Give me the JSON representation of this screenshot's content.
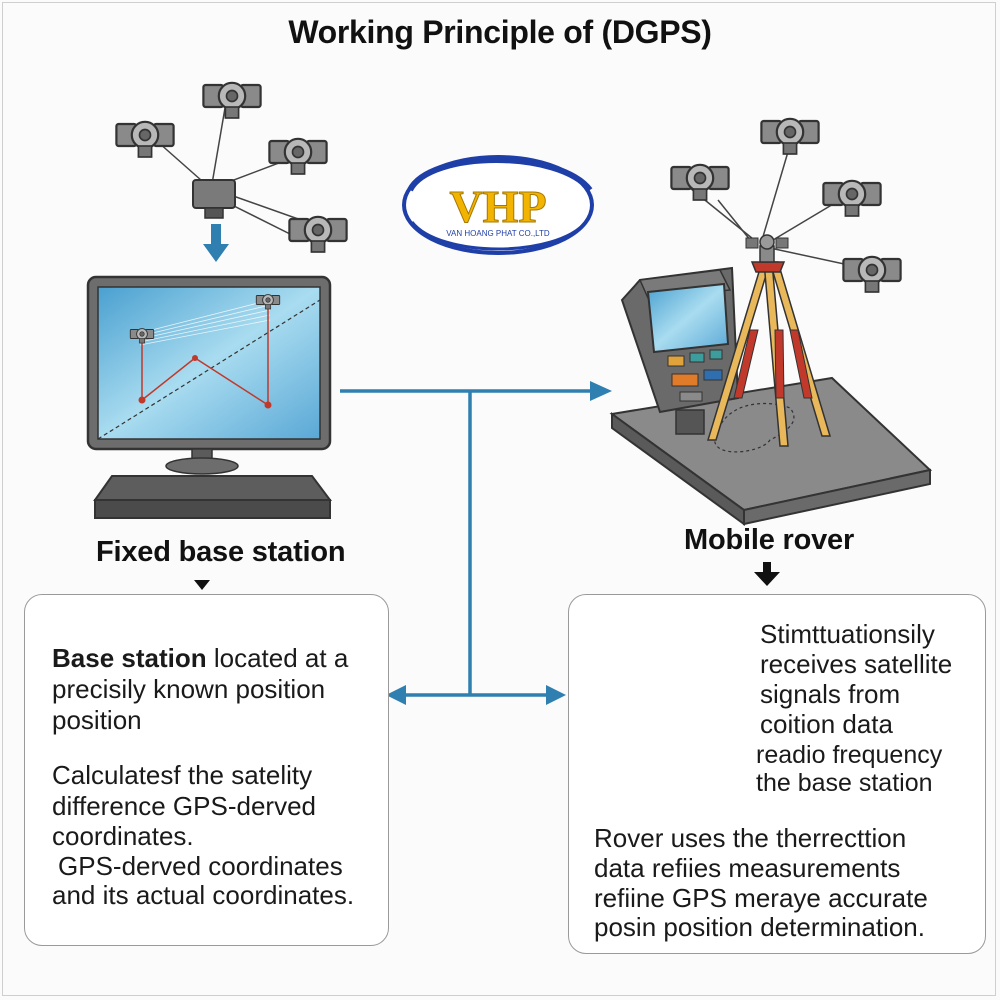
{
  "title": "Working Principle of (DGPS)",
  "logo": {
    "mark": "VHP",
    "subtitle": "VAN HOANG PHAT CO.,LTD",
    "colors": {
      "ring": "#1f3fa8",
      "letters": "#f2b400"
    }
  },
  "base": {
    "label": "Fixed base station",
    "desc_bold": "Base station",
    "desc_lines": [
      "located at a",
      "precisily known position",
      "position"
    ],
    "calc_lines": [
      "Calculatesf the satelity",
      "difference GPS-derved",
      "coordinates.",
      "GPS-derved coordinates",
      "and its actual coordinates."
    ]
  },
  "rover": {
    "label": "Mobile rover",
    "receive_lines": [
      "Stimttuationsily",
      "receives satellite",
      "signals from",
      "coition data",
      "readio frequency",
      "the base station"
    ],
    "use_lines": [
      "Rover uses the therrecttion",
      "data refiies measurements",
      "refiine GPS meraye accurate",
      "posin position determination."
    ]
  },
  "colors": {
    "link": "#2f7fb0",
    "tripod_red": "#c0392b",
    "screen": "#7fc3e3",
    "device": "#5a5a5a"
  }
}
